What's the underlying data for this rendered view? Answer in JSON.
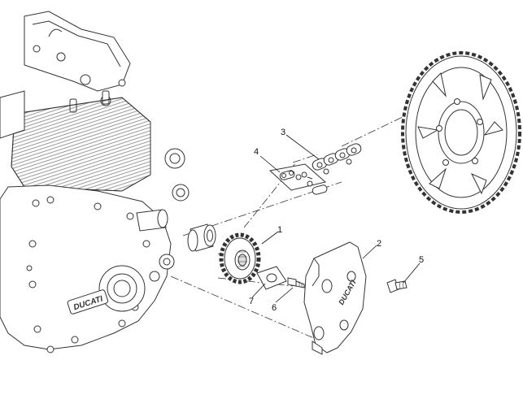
{
  "diagram": {
    "callouts": {
      "c1": "1",
      "c2": "2",
      "c3": "3",
      "c4": "4",
      "c5": "5",
      "c6": "6",
      "c7": "7"
    },
    "brand_marks": {
      "engine_cover": "DUCATI",
      "sprocket_cover": "DUCATI"
    },
    "colors": {
      "line": "#333333",
      "background": "#ffffff"
    }
  }
}
